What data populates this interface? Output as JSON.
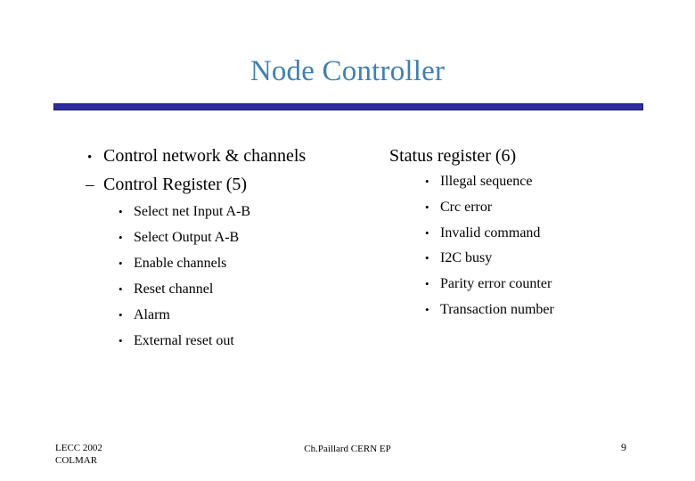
{
  "slide": {
    "title": "Node Controller",
    "page_number": "9",
    "accent_color": "#3f80b4",
    "divider_color": "#2e2ea0",
    "text_color": "#000000",
    "background_color": "#ffffff"
  },
  "left_column": {
    "heading": "Control network & channels",
    "heading_marker": "•",
    "subheading": "Control Register (5)",
    "subheading_marker": "–",
    "items_marker": "•",
    "items": [
      "Select net Input A-B",
      "Select Output A-B",
      "Enable channels",
      "Reset channel",
      "Alarm",
      "External reset out"
    ]
  },
  "right_column": {
    "heading": "Status register (6)",
    "items_marker": "•",
    "items": [
      "Illegal sequence",
      "Crc error",
      "Invalid command",
      "I2C busy",
      "Parity error counter",
      "Transaction number"
    ]
  },
  "footer": {
    "left_line1": "LECC 2002",
    "left_line2": "COLMAR",
    "center": "Ch.Paillard CERN EP"
  }
}
